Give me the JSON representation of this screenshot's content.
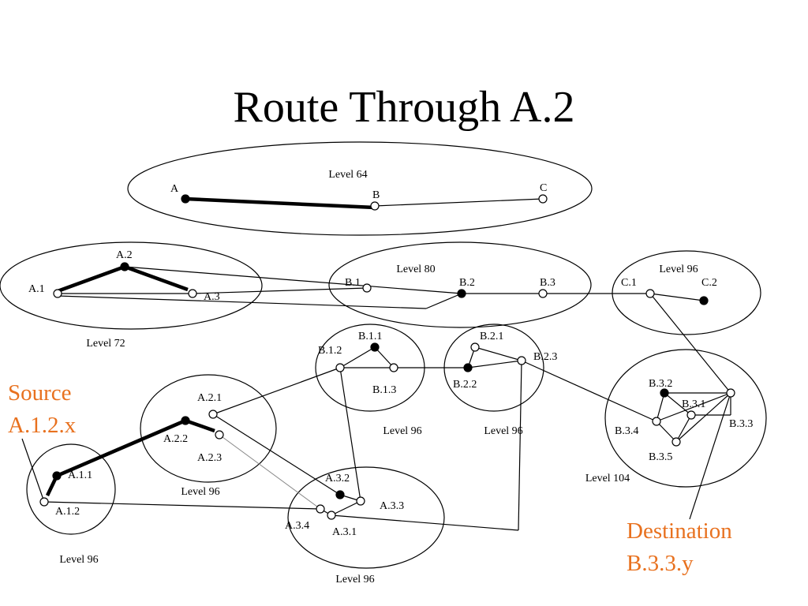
{
  "title": "Route Through A.2",
  "source": {
    "line1": "Source",
    "line2": "A.1.2.x"
  },
  "destination": {
    "line1": "Destination",
    "line2": "B.3.3.y"
  },
  "colors": {
    "ink": "#000000",
    "accent": "#E8711F",
    "background": "#FFFFFF"
  },
  "levels": {
    "level64": "Level 64",
    "level72": "Level 72",
    "level80": "Level 80",
    "level96_c": "Level 96",
    "level96_a2": "Level 96",
    "level96_a1": "Level 96",
    "level96_b1": "Level 96",
    "level96_b2": "Level 96",
    "level96_a3": "Level 96",
    "level104": "Level 104"
  },
  "nodes": {
    "A": "A",
    "B": "B",
    "C": "C",
    "A1": "A.1",
    "A2": "A.2",
    "A3": "A.3",
    "B1": "B.1",
    "B2": "B.2",
    "B3": "B.3",
    "C1": "C.1",
    "C2": "C.2",
    "B11": "B.1.1",
    "B12": "B.1.2",
    "B13": "B.1.3",
    "B21": "B.2.1",
    "B22": "B.2.2",
    "B23": "B.2.3",
    "B32": "B.3.2",
    "B31": "B.3.1",
    "B33": "B.3.3",
    "B34": "B.3.4",
    "B35": "B.3.5",
    "A21": "A.2.1",
    "A22": "A.2.2",
    "A23": "A.2.3",
    "A11": "A.1.1",
    "A12": "A.1.2",
    "A32": "A.3.2",
    "A33": "A.3.3",
    "A34": "A.3.4",
    "A31": "A.3.1"
  }
}
